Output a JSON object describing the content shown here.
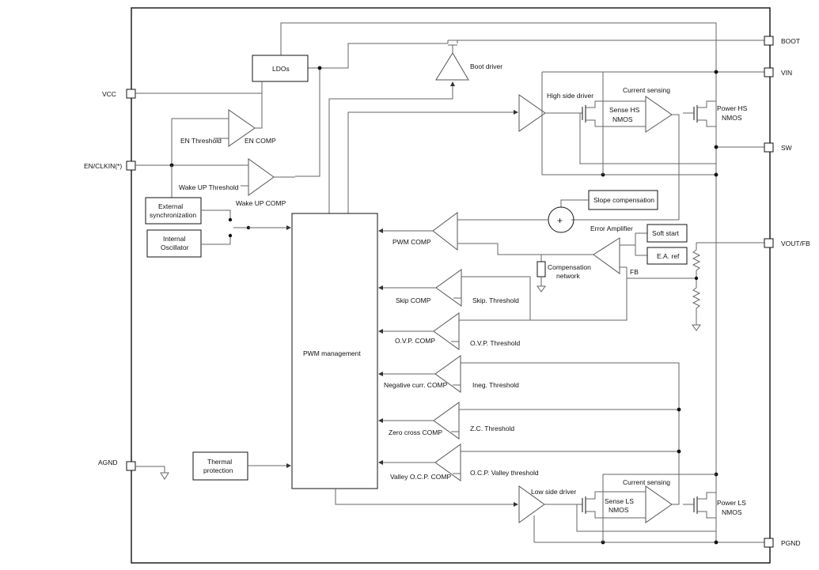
{
  "pins": {
    "boot": "BOOT",
    "vin": "VIN",
    "sw": "SW",
    "vout_fb": "VOUT/FB",
    "pgnd": "PGND",
    "vcc": "VCC",
    "en_clkin": "EN/CLKIN(*)",
    "agnd": "AGND"
  },
  "blocks": {
    "ldos": "LDOs",
    "ext_sync_1": "External",
    "ext_sync_2": "synchronization",
    "int_osc_1": "Internal",
    "int_osc_2": "Oscillator",
    "thermal_1": "Thermal",
    "thermal_2": "protection",
    "pwm_management": "PWM management",
    "slope_comp": "Slope compensation",
    "soft_start": "Soft start",
    "ea_ref": "E.A. ref"
  },
  "labels": {
    "boot_driver": "Boot driver",
    "high_side_driver": "High side driver",
    "current_sensing_top": "Current sensing",
    "sense_hs_1": "Sense HS",
    "sense_hs_2": "NMOS",
    "power_hs_1": "Power HS",
    "power_hs_2": "NMOS",
    "en_threshold": "EN Threshold",
    "en_comp": "EN COMP",
    "wakeup_threshold": "Wake UP Threshold",
    "wakeup_comp": "Wake UP COMP",
    "error_amplifier": "Error Amplifier",
    "pwm_comp": "PWM COMP",
    "comp_network_1": "Compensation",
    "comp_network_2": "network",
    "fb": "FB",
    "skip_comp": "Skip COMP",
    "skip_threshold": "Skip. Threshold",
    "ovp_comp": "O.V.P. COMP",
    "ovp_threshold": "O.V.P. Threshold",
    "neg_curr_comp": "Negative curr. COMP",
    "ineg_threshold": "Ineg. Threshold",
    "zero_cross_comp": "Zero cross COMP",
    "zc_threshold": "Z.C. Threshold",
    "valley_ocp_comp": "Valley O.C.P. COMP",
    "ocp_valley_threshold": "O.C.P. Valley threshold",
    "low_side_driver": "Low side driver",
    "current_sensing_bottom": "Current sensing",
    "sense_ls_1": "Sense LS",
    "sense_ls_2": "NMOS",
    "power_ls_1": "Power LS",
    "power_ls_2": "NMOS",
    "summing_node": "+"
  }
}
